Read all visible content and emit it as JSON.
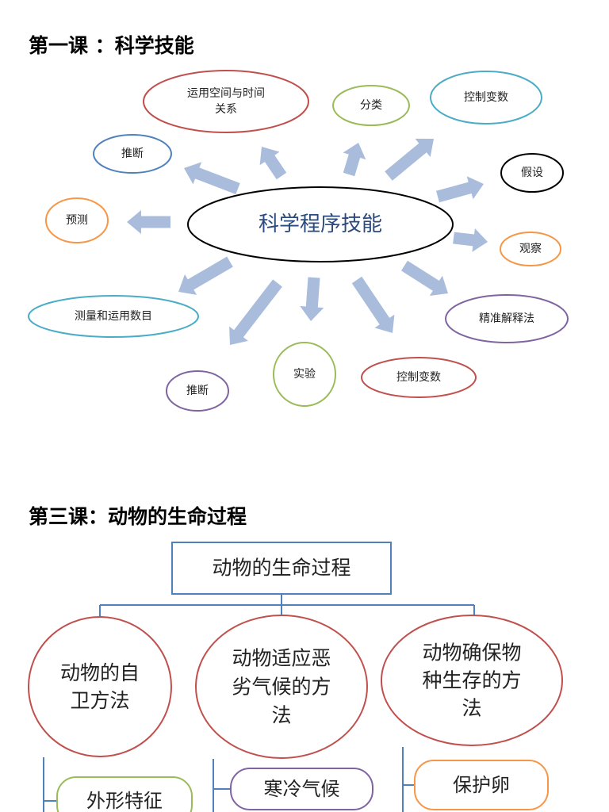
{
  "lesson1": {
    "title": "第一课 ：科学技能",
    "center": "科学程序技能",
    "nodes": [
      {
        "id": "n-relation",
        "lines": [
          "运用空间与时间",
          "关系"
        ],
        "color": "#c0504d"
      },
      {
        "id": "n-classify",
        "lines": [
          "分类"
        ],
        "color": "#9bbb59"
      },
      {
        "id": "n-control-top",
        "lines": [
          "控制变数"
        ],
        "color": "#4bacc6"
      },
      {
        "id": "n-infer-top",
        "lines": [
          "推断"
        ],
        "color": "#4f81bd"
      },
      {
        "id": "n-hypothesis",
        "lines": [
          "假设"
        ],
        "color": "#000000"
      },
      {
        "id": "n-predict",
        "lines": [
          "预测"
        ],
        "color": "#f79646"
      },
      {
        "id": "n-observe",
        "lines": [
          "观察"
        ],
        "color": "#f79646"
      },
      {
        "id": "n-measure",
        "lines": [
          "测量和运用数目"
        ],
        "color": "#4bacc6"
      },
      {
        "id": "n-precise",
        "lines": [
          "精准解释法"
        ],
        "color": "#8064a2"
      },
      {
        "id": "n-experiment",
        "lines": [
          "实验"
        ],
        "color": "#9bbb59"
      },
      {
        "id": "n-control-bottom",
        "lines": [
          "控制变数"
        ],
        "color": "#c0504d"
      },
      {
        "id": "n-infer-bottom",
        "lines": [
          "推断"
        ],
        "color": "#8064a2"
      }
    ]
  },
  "lesson3": {
    "title": "第三课：动物的生命过程",
    "root": "动物的生命过程",
    "branches": [
      {
        "id": "b-defense",
        "lines": [
          "动物的自",
          "卫方法"
        ],
        "leaf": "外形特征",
        "leaf_color": "#9bbb59"
      },
      {
        "id": "b-climate",
        "lines": [
          "动物适应恶",
          "劣气候的方",
          "法"
        ],
        "leaf": "寒冷气候",
        "leaf_color": "#8064a2"
      },
      {
        "id": "b-survival",
        "lines": [
          "动物确保物",
          "种生存的方",
          "法"
        ],
        "leaf": "保护卵",
        "leaf_color": "#f79646"
      }
    ],
    "branch_color": "#c0504d",
    "line_color": "#4f81bd"
  },
  "colors": {
    "arrow": "#a9bcdb",
    "root_border": "#4f81bd"
  }
}
